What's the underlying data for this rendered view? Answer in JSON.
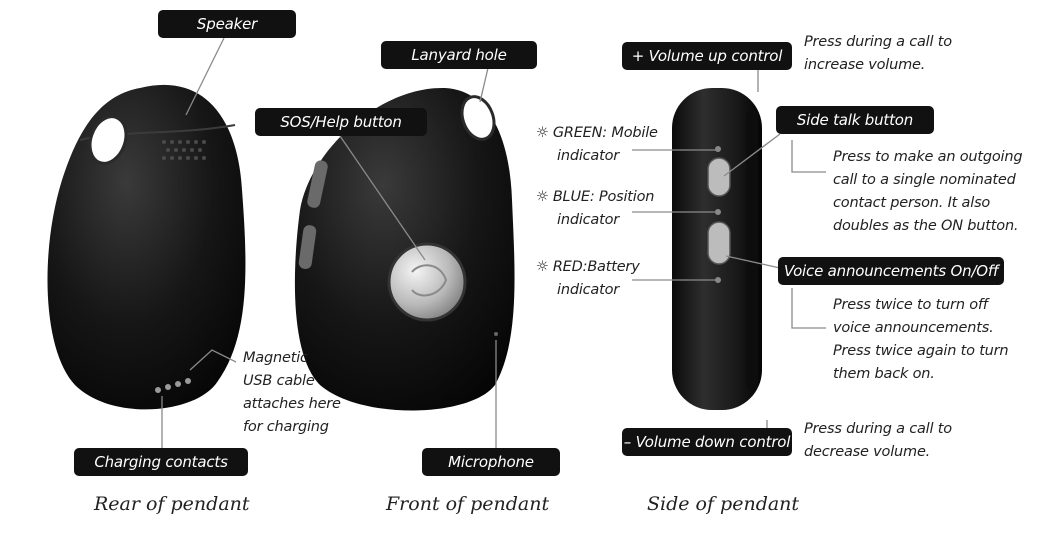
{
  "callouts": {
    "speaker": "Speaker",
    "lanyard_hole": "Lanyard hole",
    "sos_help_button": "SOS/Help button",
    "charging_contacts": "Charging contacts",
    "microphone": "Microphone",
    "volume_up_control": "+ Volume up control",
    "side_talk_button": "Side talk button",
    "voice_announcements": "Voice announcements On/Off",
    "volume_down_control": "– Volume down control"
  },
  "notes": {
    "magnetic_usb": [
      "Magnetic",
      "USB cable",
      "attaches here",
      "for charging"
    ],
    "volume_up": [
      "Press during a call to",
      "increase volume."
    ],
    "side_talk": [
      "Press to make an outgoing",
      "call to a single nominated",
      "contact person. It also",
      "doubles as the ON button."
    ],
    "voice": [
      "Press twice to turn off",
      "voice announcements.",
      "Press twice again to turn",
      "them back on."
    ],
    "volume_down": [
      "Press during a call to",
      "decrease volume."
    ]
  },
  "indicators": {
    "green": [
      "GREEN: Mobile",
      "indicator"
    ],
    "blue": [
      "BLUE: Position",
      "indicator"
    ],
    "red_color": "RED:",
    "red_rest": "Battery",
    "red_line2": "indicator"
  },
  "captions": {
    "rear": "Rear of pendant",
    "front": "Front of pendant",
    "side": "Side of pendant"
  },
  "colors": {
    "label_bg": "#111111",
    "device_body": "#1a1a1a",
    "leader_line": "#8a8a8a"
  }
}
